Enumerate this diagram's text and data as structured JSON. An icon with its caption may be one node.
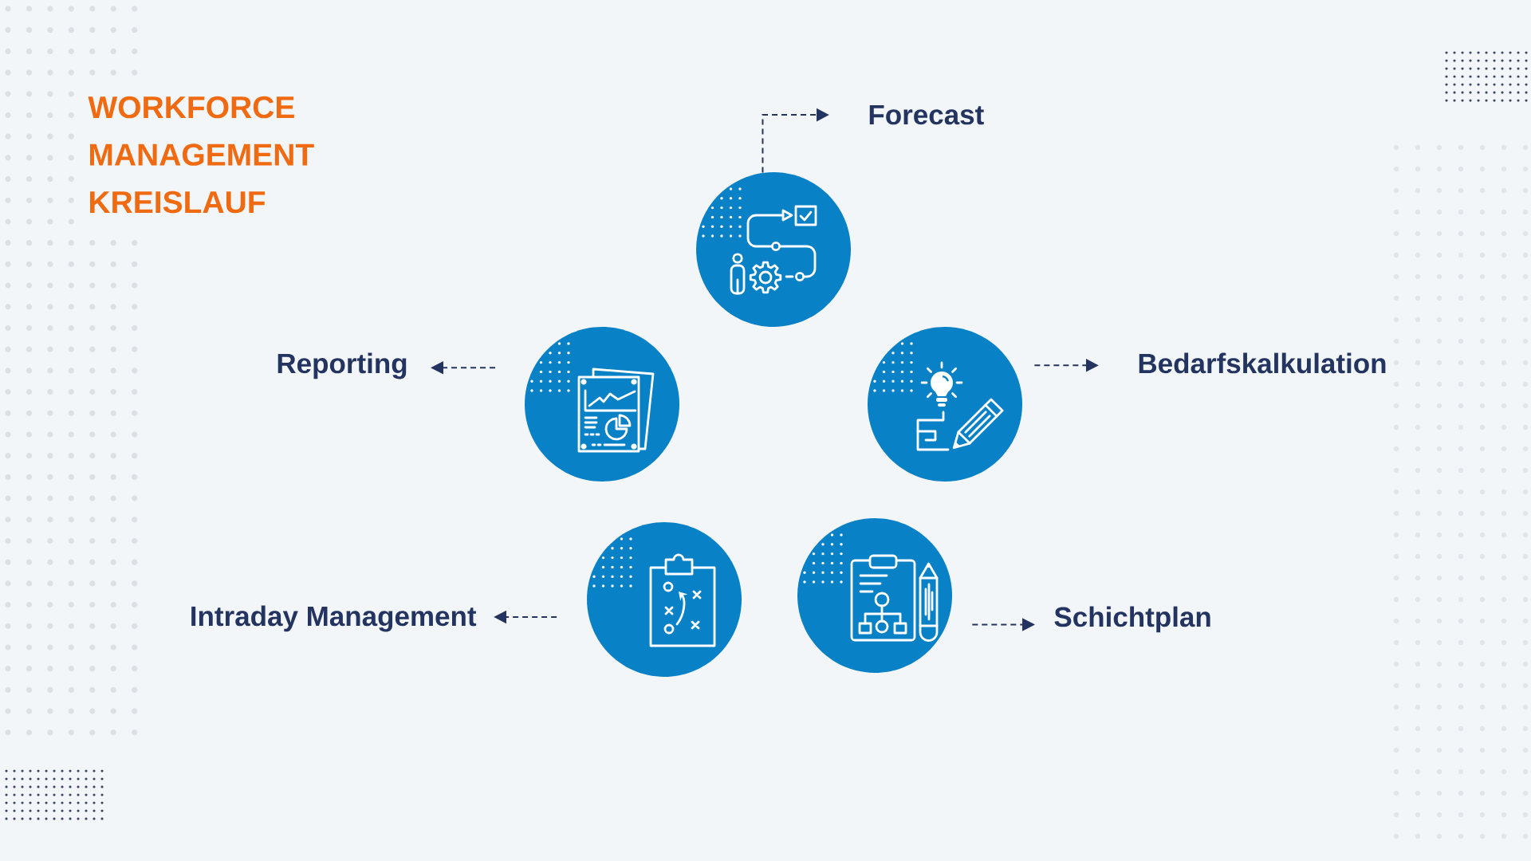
{
  "diagram": {
    "title": "WORKFORCE MANAGEMENT KREISLAUF",
    "nodes": [
      {
        "text": [
          "Forecast"
        ]
      },
      {
        "text": [],
        "shape": "circle"
      },
      {
        "text": [
          "Reporting"
        ]
      },
      {
        "text": [],
        "shape": "circle"
      },
      {
        "text": [],
        "shape": "circle"
      },
      {
        "text": [
          "Bedarfskalkulation"
        ]
      },
      {
        "text": [
          "Intraday Management"
        ]
      },
      {
        "text": [],
        "shape": "circle"
      },
      {
        "text": [],
        "shape": "circle"
      },
      {
        "text": [
          "Schichtplan"
        ]
      }
    ],
    "edges": [
      {
        "from": 1,
        "to": 0,
        "arrow": "to",
        "style": "dashed"
      },
      {
        "from": 3,
        "to": 2,
        "arrow": "to",
        "style": "dashed"
      },
      {
        "from": 4,
        "to": 5,
        "arrow": "to",
        "style": "dashed"
      },
      {
        "from": 7,
        "to": 6,
        "arrow": "to",
        "style": "dashed"
      },
      {
        "from": 8,
        "to": 9,
        "arrow": "to",
        "style": "dashed"
      }
    ]
  }
}
